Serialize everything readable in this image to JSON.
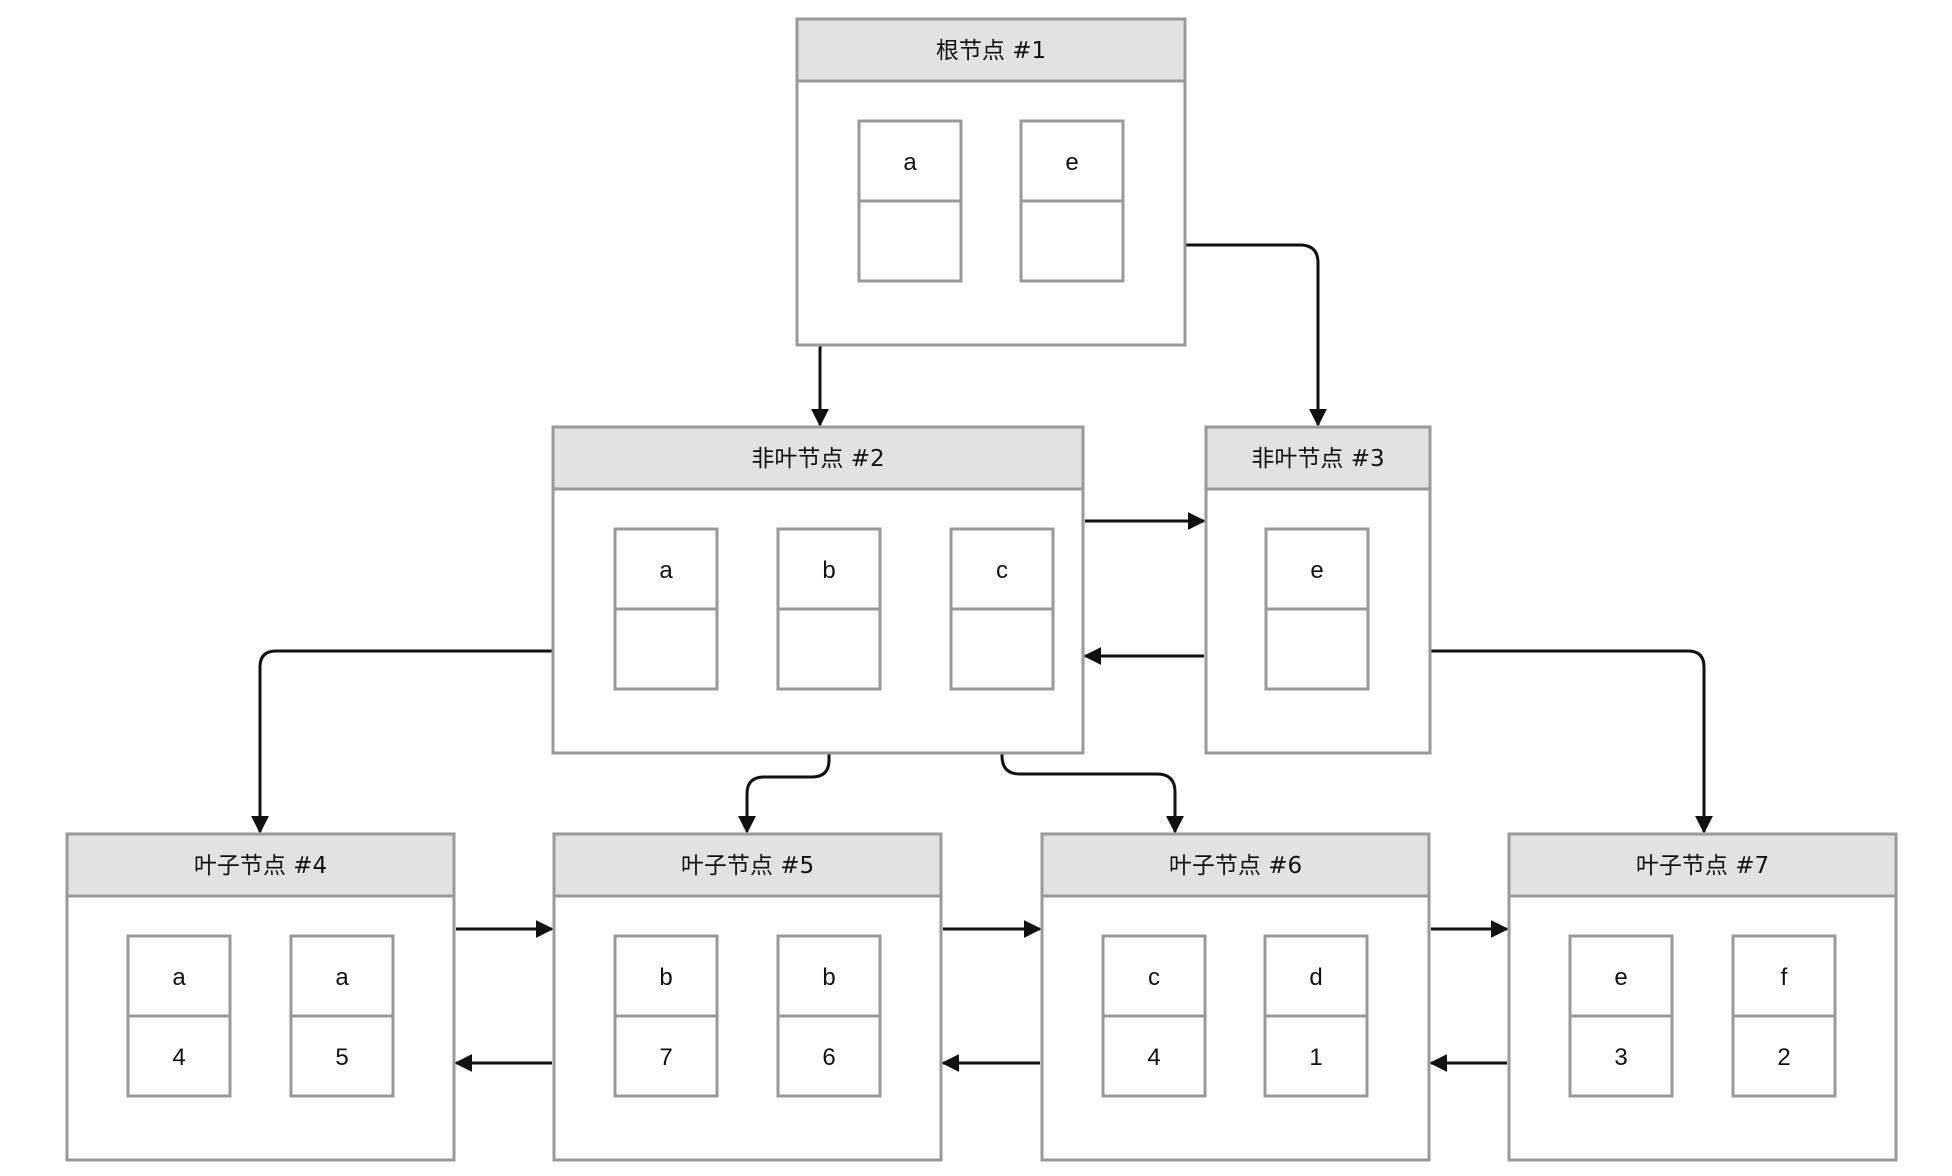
{
  "nodes": [
    {
      "id": "root-1",
      "title": "根节点 #1",
      "cells": [
        {
          "key": "a",
          "val": ""
        },
        {
          "key": "e",
          "val": ""
        }
      ]
    },
    {
      "id": "nonleaf-2",
      "title": "非叶节点 #2",
      "cells": [
        {
          "key": "a",
          "val": ""
        },
        {
          "key": "b",
          "val": ""
        },
        {
          "key": "c",
          "val": ""
        }
      ]
    },
    {
      "id": "nonleaf-3",
      "title": "非叶节点 #3",
      "cells": [
        {
          "key": "e",
          "val": ""
        }
      ]
    },
    {
      "id": "leaf-4",
      "title": "叶子节点 #4",
      "cells": [
        {
          "key": "a",
          "val": "4"
        },
        {
          "key": "a",
          "val": "5"
        }
      ]
    },
    {
      "id": "leaf-5",
      "title": "叶子节点 #5",
      "cells": [
        {
          "key": "b",
          "val": "7"
        },
        {
          "key": "b",
          "val": "6"
        }
      ]
    },
    {
      "id": "leaf-6",
      "title": "叶子节点 #6",
      "cells": [
        {
          "key": "c",
          "val": "4"
        },
        {
          "key": "d",
          "val": "1"
        }
      ]
    },
    {
      "id": "leaf-7",
      "title": "叶子节点 #7",
      "cells": [
        {
          "key": "e",
          "val": "3"
        },
        {
          "key": "f",
          "val": "2"
        }
      ]
    }
  ],
  "colors": {
    "border": "#9a9a9a",
    "header_fill": "#e2e2e2",
    "box_fill": "#ffffff",
    "arrow": "#111111"
  }
}
